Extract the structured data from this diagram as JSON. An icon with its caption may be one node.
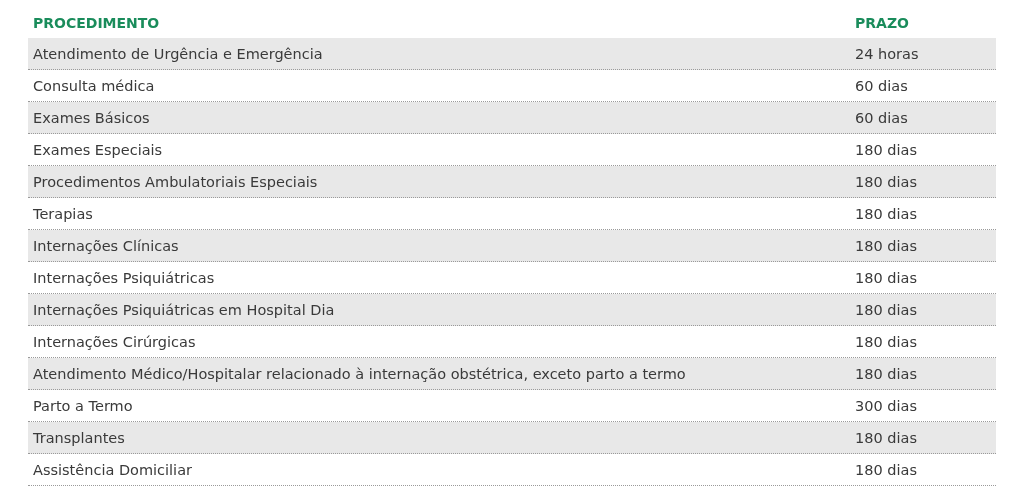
{
  "diagram": {
    "labels": [
      "PROCEDIMENTO",
      "PRAZO",
      "Atendimento de Urgência e Emergência",
      "24 horas",
      "Consulta médica",
      "60 dias",
      "Exames Básicos",
      "60 dias",
      "Exames Especiais",
      "180 dias",
      "Procedimentos Ambulatoriais Especiais",
      "180 dias",
      "Terapias",
      "180 dias",
      "Internações Clínicas",
      "180 dias",
      "Internações Psiquiátricas",
      "180 dias",
      "Internações Psiquiátricas em Hospital Dia",
      "180 dias",
      "Internações Cirúrgicas",
      "180 dias",
      "Atendimento Médico/Hospitalar relacionado à internação obstétrica, exceto parto a termo",
      "180 dias",
      "Parto a Termo",
      "300 dias",
      "Transplantes",
      "180 dias",
      "Assistência Domiciliar",
      "180 dias"
    ]
  }
}
